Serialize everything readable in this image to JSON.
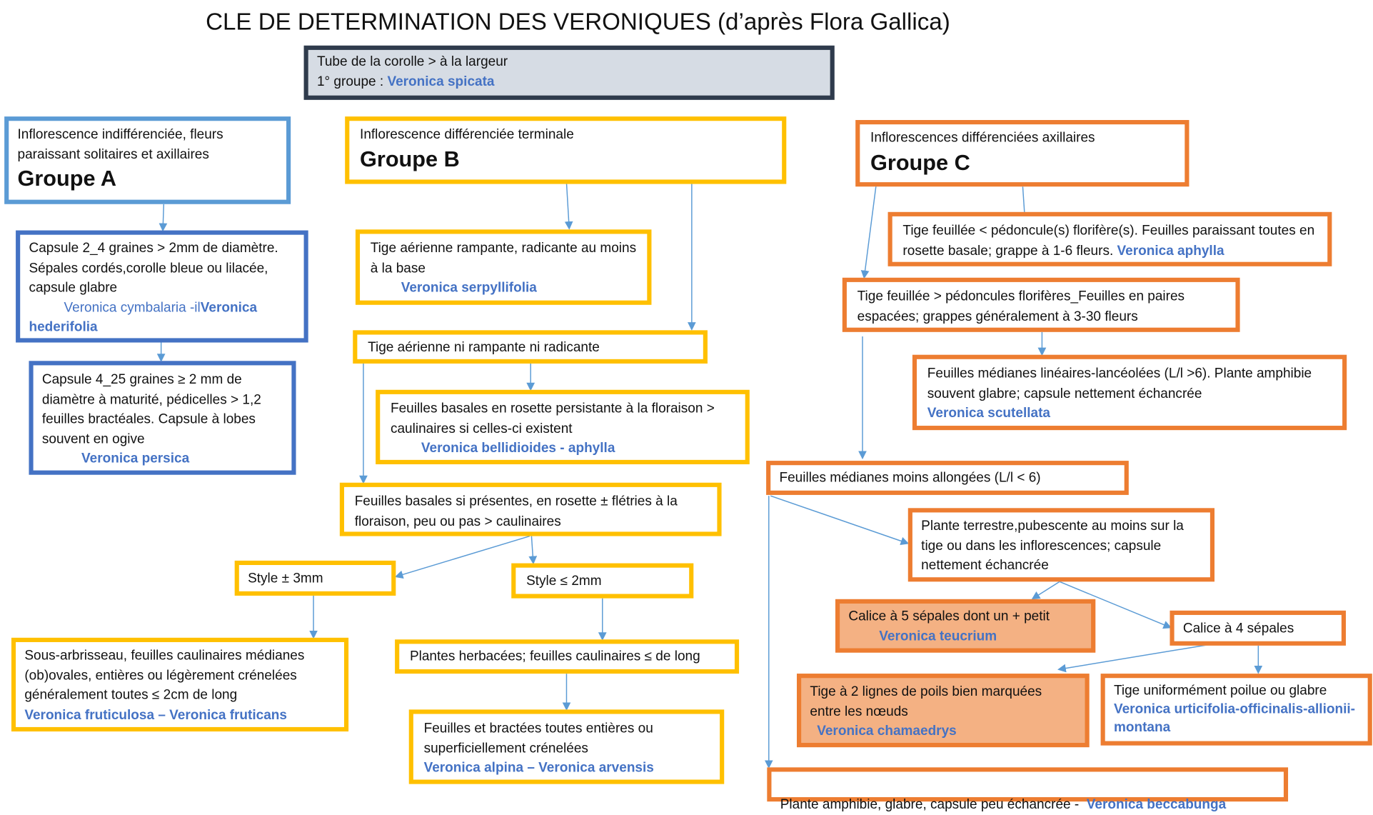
{
  "title": "CLE DE DETERMINATION DES VERONIQUES (d’après Flora Gallica)",
  "top": {
    "line1": "Tube de la corolle > à la largeur",
    "line2": "1° groupe : ",
    "species": "Veronica spicata"
  },
  "groupA": {
    "desc": "Inflorescence indifférenciée, fleurs paraissant solitaires et axillaires",
    "name": "Groupe A",
    "c1": {
      "text": "Capsule 2_4 graines > 2mm de diamètre. Sépales cordés,corolle bleue ou lilacée, capsule glabre",
      "sp1": "Veronica cymbalaria -il",
      "sp2": "Veronica hederifolia"
    },
    "c2": {
      "text": "Capsule 4_25 graines ≥ 2 mm de diamètre à maturité, pédicelles > 1,2 feuilles bractéales. Capsule à lobes souvent en ogive",
      "sp": "Veronica persica"
    }
  },
  "groupB": {
    "desc": "Inflorescence différenciée terminale",
    "name": "Groupe B",
    "rampante": {
      "text": "Tige aérienne rampante, radicante au moins à la base",
      "sp": "Veronica serpyllifolia"
    },
    "ni": "Tige aérienne ni rampante ni radicante",
    "rosette": {
      "text": "Feuilles basales en rosette persistante à la floraison > caulinaires si celles-ci existent",
      "sp": "Veronica bellidioides - aphylla"
    },
    "fletries": "Feuilles basales si présentes, en rosette ± flétries à la floraison, peu ou pas > caulinaires",
    "style3": "Style ± 3mm",
    "style2": "Style ≤ 2mm",
    "arbrisseau": {
      "text": "Sous-arbrisseau, feuilles caulinaires médianes (ob)ovales, entières ou légèrement crénelées généralement toutes ≤ 2cm de long",
      "sp": "Veronica fruticulosa – Veronica fruticans"
    },
    "herbacees": "Plantes herbacées; feuilles caulinaires ≤ de long",
    "bractees": {
      "text": "Feuilles et bractées toutes entières ou superficiellement crénelées",
      "sp": "Veronica alpina – Veronica arvensis"
    }
  },
  "groupC": {
    "desc": "Inflorescences différenciées axillaires",
    "name": "Groupe C",
    "inf": {
      "text": "Tige feuillée < pédoncule(s) florifère(s). Feuilles paraissant toutes en rosette basale; grappe à 1-6 fleurs. ",
      "sp": "Veronica aphylla"
    },
    "sup": "Tige feuillée > pédoncules florifères_Feuilles en paires espacées; grappes généralement à 3-30 fleurs",
    "lineaires": {
      "text": "Feuilles médianes linéaires-lancéolées (L/l >6). Plante amphibie souvent glabre; capsule nettement échancrée",
      "sp": "Veronica scutellata"
    },
    "moins": "Feuilles médianes moins allongées (L/l < 6)",
    "terrestre": "Plante terrestre,pubescente au moins sur la tige ou dans les inflorescences; capsule nettement échancrée",
    "calice5": {
      "text": "Calice à 5 sépales dont un + petit",
      "sp": "Veronica teucrium"
    },
    "calice4": "Calice à 4 sépales",
    "lignes": {
      "text": "Tige à 2 lignes de poils bien marquées entre les nœuds",
      "sp": "Veronica chamaedrys"
    },
    "uniforme": {
      "text": "Tige uniformément  poilue ou glabre",
      "sp": "Veronica urticifolia-officinalis-allionii-montana"
    },
    "amphibie": {
      "text": "Plante amphibie, glabre, capsule peu échancrée -  ",
      "sp": "Veronica beccabunga"
    }
  },
  "colors": {
    "groupA": "#5b9bd5",
    "groupB": "#ffc000",
    "groupC": "#ed7d31",
    "species": "#4472c4",
    "arrow": "#5b9bd5"
  }
}
